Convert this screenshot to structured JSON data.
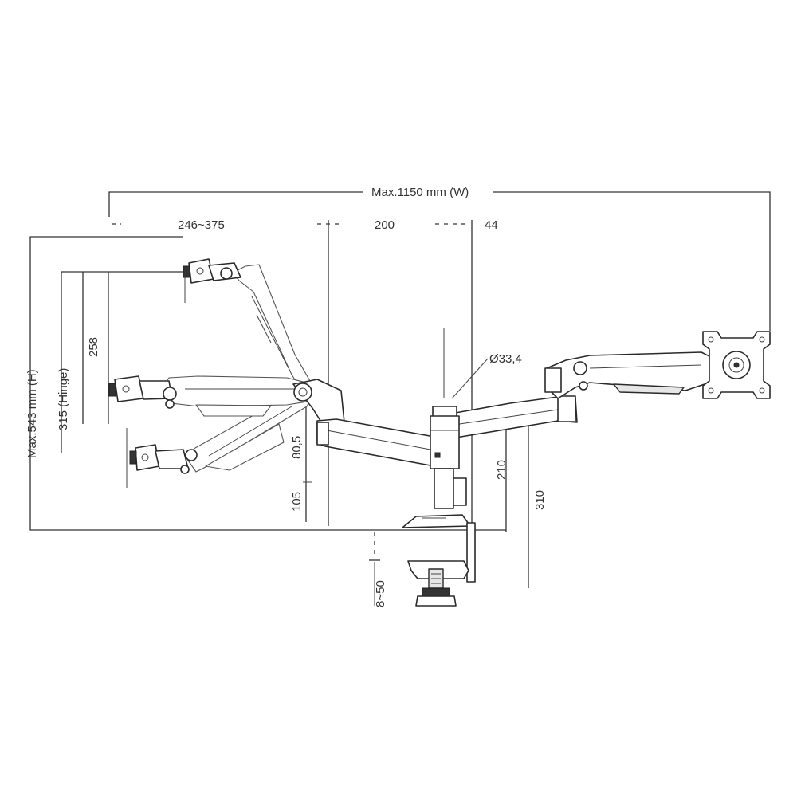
{
  "labels": {
    "max_width": "Max.1150 mm (W)",
    "reach": "246~375",
    "arm_offset": "200",
    "pole_offset": "44",
    "pole_diameter": "Ø33,4",
    "max_height": "Max.543 mm (H)",
    "hinge_height": "315 (Hinge)",
    "tilt_height": "258",
    "upper_arm_height": "80,5",
    "base_height": "105",
    "pole_height": "210",
    "total_pole_height": "310",
    "clamp_range": "8~50"
  },
  "colors": {
    "line": "#333333",
    "fill": "#ffffff",
    "shade": "#e6e6e6"
  }
}
